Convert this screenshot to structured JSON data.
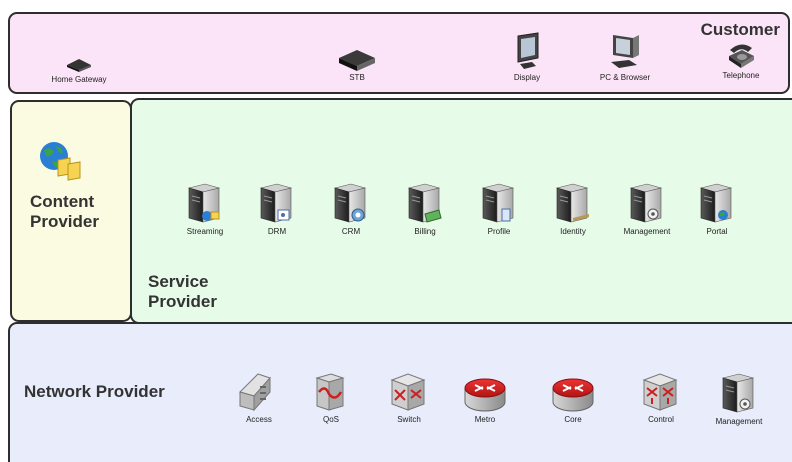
{
  "customer": {
    "title": "Customer",
    "devices": [
      {
        "label": "Home Gateway",
        "icon": "home-gateway-icon"
      },
      {
        "label": "STB",
        "icon": "set-top-box-icon"
      },
      {
        "label": "Display",
        "icon": "display-monitor-icon"
      },
      {
        "label": "PC & Browser",
        "icon": "pc-browser-icon"
      },
      {
        "label": "Telephone",
        "icon": "telephone-icon"
      }
    ]
  },
  "content_provider": {
    "title_line1": "Content",
    "title_line2": "Provider",
    "icon": "globe-folders-icon"
  },
  "service_provider": {
    "title_line1": "Service",
    "title_line2": "Provider",
    "servers": [
      {
        "label": "Streaming",
        "icon": "streaming-server-icon"
      },
      {
        "label": "DRM",
        "icon": "drm-server-icon"
      },
      {
        "label": "CRM",
        "icon": "crm-server-icon"
      },
      {
        "label": "Billing",
        "icon": "billing-server-icon"
      },
      {
        "label": "Profile",
        "icon": "profile-server-icon"
      },
      {
        "label": "Identity",
        "icon": "identity-server-icon"
      },
      {
        "label": "Management",
        "icon": "management-server-icon"
      },
      {
        "label": "Portal",
        "icon": "portal-server-icon"
      }
    ]
  },
  "network_provider": {
    "title": "Network Provider",
    "nodes": [
      {
        "label": "Access",
        "icon": "access-switch-icon"
      },
      {
        "label": "QoS",
        "icon": "qos-device-icon"
      },
      {
        "label": "Switch",
        "icon": "switch-icon"
      },
      {
        "label": "Metro",
        "icon": "metro-router-icon"
      },
      {
        "label": "Core",
        "icon": "core-router-icon"
      },
      {
        "label": "Control",
        "icon": "control-switch-icon"
      },
      {
        "label": "Management",
        "icon": "network-management-server-icon"
      }
    ]
  },
  "colors": {
    "customer_bg": "#fbe4f8",
    "content_bg": "#fbfbe2",
    "service_bg": "#e7fbe9",
    "network_bg": "#e8ecfb",
    "router_red": "#cc1f1f"
  }
}
